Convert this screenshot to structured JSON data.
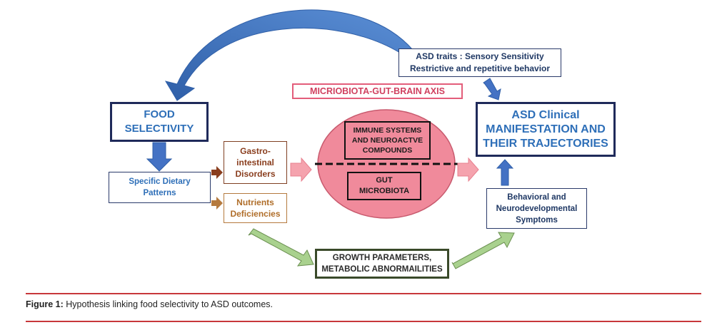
{
  "nodes": {
    "traits": "ASD traits : Sensory Sensitivity\nRestrictive and repetitive behavior",
    "axis": "MICRIOBIOTA-GUT-BRAIN AXIS",
    "food": "FOOD\nSELECTIVITY",
    "asd": "ASD Clinical\nMANIFESTATION AND\nTHEIR TRAJECTORIES",
    "diet": "Specific Dietary\nPatterns",
    "gi": "Gastro-\nintestinal\nDisorders",
    "nutrients": "Nutrients\nDeficiencies",
    "immune": "IMMUNE SYSTEMS\nAND NEUROACTVE\nCOMPOUNDS",
    "gut": "GUT\nMICROBIOTA",
    "behavioral": "Behavioral and\nNeurodevelopmental\nSymptoms",
    "growth": "GROWTH PARAMETERS,\nMETABOLIC ABNORMAILITIES"
  },
  "caption": {
    "label": "Figure 1:",
    "text": " Hypothesis linking food selectivity to ASD outcomes."
  },
  "colors": {
    "navy": "#1f2a5a",
    "blue_text": "#2e6fb8",
    "ellipse_fill": "#f08a9b",
    "axis_pink": "#e35d7a",
    "brown": "#8a3e1e",
    "orange_brown": "#b57a3e",
    "green_arrow": "#a9d18e",
    "blue_arrow": "#4472c4",
    "rule_red": "#c8373a"
  }
}
